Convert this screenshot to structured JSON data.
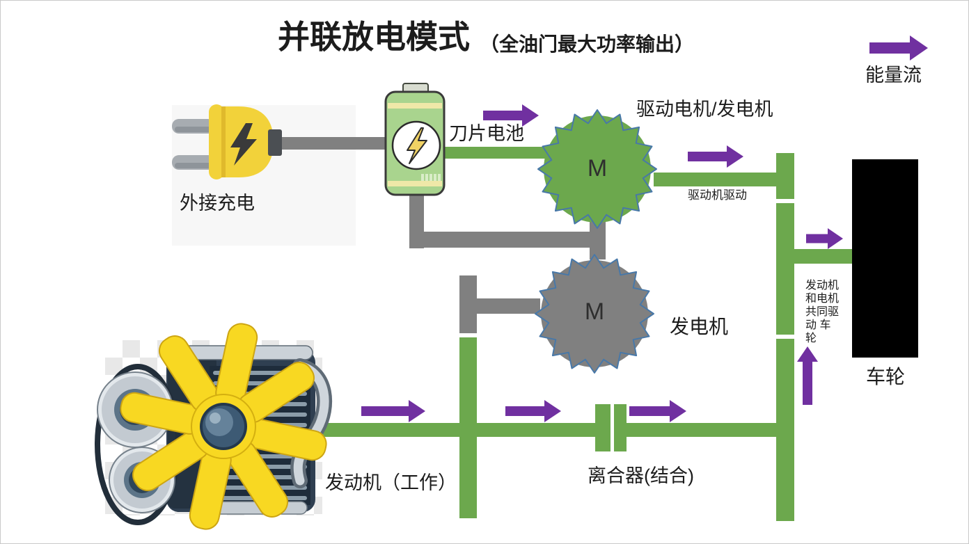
{
  "slide": {
    "title": "并联放电模式",
    "subtitle": "（全油门最大功率输出）"
  },
  "legend": {
    "label": "能量流",
    "arrow_icon": "energy-flow-arrow"
  },
  "components": {
    "external_charging": {
      "label": "外接充电",
      "icon": "power-plug-icon"
    },
    "blade_battery": {
      "label": "刀片电池",
      "icon": "battery-icon"
    },
    "drive_motor": {
      "label": "驱动电机/发电机",
      "symbol": "M",
      "icon": "gear-circle-icon"
    },
    "generator": {
      "label": "发电机",
      "symbol": "M",
      "icon": "gear-circle-icon"
    },
    "engine": {
      "label": "发动机（工作）",
      "icon": "engine-icon"
    },
    "clutch": {
      "label": "离合器(结合)"
    },
    "wheel": {
      "label": "车轮",
      "icon": "wheel-block"
    }
  },
  "annotations": {
    "motor_drive": "驱动机驱动",
    "combined_drive": "发动机和电机共同驱动 车轮",
    "combined_drive_lines": [
      "发动机",
      "和电机",
      "共同驱",
      "动 车",
      "轮"
    ]
  },
  "colors": {
    "energy_flow_purple": "#7030A0",
    "mechanical_green": "#6CA84D",
    "electrical_gray": "#808080",
    "gear_outline_blue": "#4878A8",
    "wheel_black": "#000000",
    "battery_green": "#A9D48E",
    "plug_yellow": "#F2D23A",
    "fan_yellow": "#F8D822"
  }
}
